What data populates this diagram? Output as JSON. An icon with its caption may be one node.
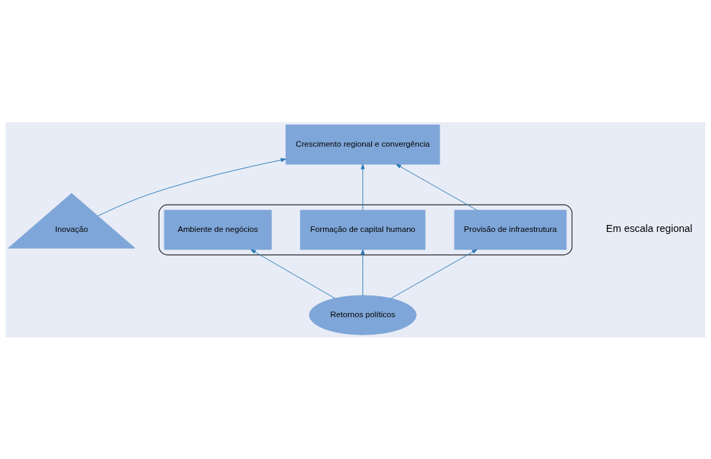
{
  "diagram": {
    "nodes": [
      {
        "text": [
          "Crescimento regional e convergência"
        ]
      },
      {
        "text": [
          "Inovação"
        ]
      },
      {
        "text": [],
        "shape": "ellipse"
      },
      {
        "text": [
          "Ambiente de negócios"
        ],
        "in": 2
      },
      {
        "text": [
          "Formação de capital humano"
        ],
        "in": 2
      },
      {
        "text": [
          "Provisão de infraestrutura"
        ],
        "in": 2
      },
      {
        "text": [
          "Retornos políticos"
        ]
      }
    ],
    "edges": [
      {
        "from": 1,
        "to": 0,
        "arrow": "to"
      },
      {
        "from": 4,
        "to": 0,
        "arrow": "to"
      },
      {
        "from": 5,
        "to": 0,
        "arrow": "to"
      },
      {
        "from": 6,
        "to": 3,
        "arrow": "to"
      },
      {
        "from": 6,
        "to": 4,
        "arrow": "to"
      },
      {
        "from": 6,
        "to": 5,
        "arrow": "to"
      }
    ],
    "labels": [
      "Em escala regional"
    ]
  }
}
